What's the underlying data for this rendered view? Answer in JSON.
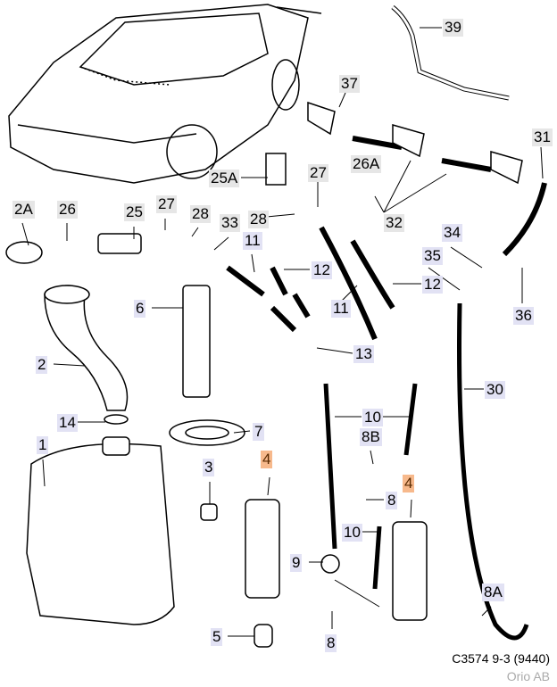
{
  "callouts": [
    "39",
    "37",
    "31",
    "25A",
    "27",
    "26A",
    "32",
    "2A",
    "26",
    "25",
    "27",
    "28",
    "33",
    "28",
    "11",
    "12",
    "34",
    "35",
    "12",
    "11",
    "6",
    "36",
    "13",
    "2",
    "30",
    "10",
    "14",
    "7",
    "8B",
    "1",
    "4",
    "4",
    "3",
    "8",
    "10",
    "9",
    "8A",
    "5",
    "8"
  ],
  "colors": {
    "label_bg": "#e2e2f4",
    "label_bg_alt": "#e6e6e6",
    "highlight_bg": "#f7b98c"
  },
  "footer": {
    "code": "C3574 9-3 (9440)",
    "credit": "Orio AB"
  }
}
